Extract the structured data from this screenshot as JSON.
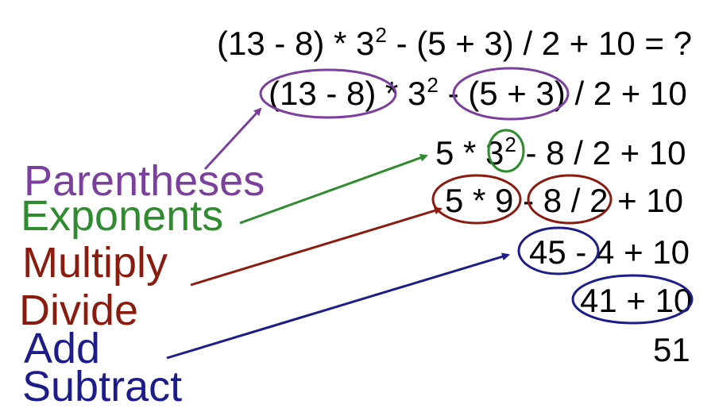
{
  "colors": {
    "parentheses": "#7b3f9e",
    "exponents": "#2e8b2e",
    "multiply_divide": "#8b1a0f",
    "add_subtract": "#1c1c8a"
  },
  "steps": {
    "s1": {
      "pre": "(13 - 8) * 3",
      "sup": "2",
      "post": "- (5 + 3) / 2 + 10 = ?"
    },
    "s2": {
      "pre": "(13 - 8) * 3",
      "sup": "2",
      "post": "- (5 + 3) / 2 + 10"
    },
    "s3": {
      "pre": "5 * 3",
      "sup": "2",
      "post": "- 8 / 2 + 10"
    },
    "s4": "5 * 9 - 8 / 2 + 10",
    "s5": "45 - 4 + 10",
    "s6": "41 + 10",
    "s7": "51"
  },
  "labels": {
    "parentheses": "Parentheses",
    "exponents": "Exponents",
    "multiply": "Multiply",
    "divide": "Divide",
    "add": "Add",
    "subtract": "Subtract"
  }
}
